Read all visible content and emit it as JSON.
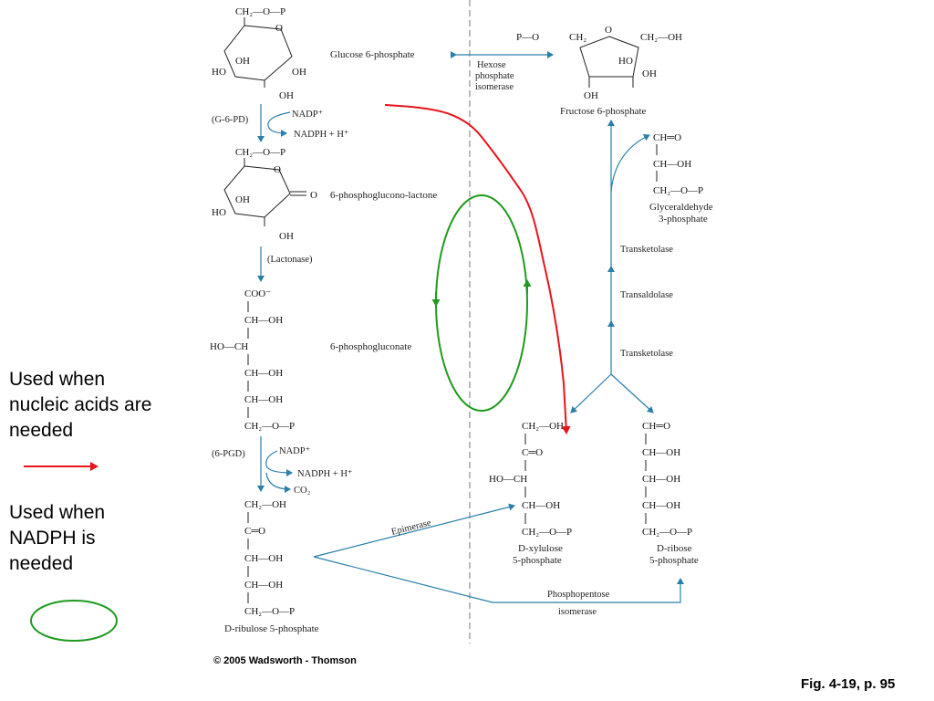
{
  "compounds": {
    "glucose6p": {
      "name": "Glucose 6-phosphate",
      "ch2op": "CH₂—O—P",
      "oh1": "OH",
      "ho": "HO",
      "oh2": "OH",
      "oh3": "OH",
      "o": "O"
    },
    "lactone": {
      "name": "6-phosphoglucono-lactone",
      "ch2op": "CH₂—O—P",
      "oh1": "OH",
      "ho": "HO",
      "oh2": "OH",
      "o": "O",
      "carbonyl": "O"
    },
    "gluconate": {
      "name": "6-phosphogluconate",
      "coo": "COO⁻",
      "r1": "CH—OH",
      "r2": "HO—CH",
      "r3": "CH—OH",
      "r4": "CH—OH",
      "r5": "CH₂—O—P"
    },
    "ribulose": {
      "name": "D-ribulose 5-phosphate",
      "r1": "CH₂—OH",
      "r2": "C═O",
      "r3": "CH—OH",
      "r4": "CH—OH",
      "r5": "CH₂—O—P"
    },
    "fructose6p": {
      "name": "Fructose 6-phosphate",
      "po": "P—O",
      "ch2a": "CH₂",
      "o": "O",
      "ch2oh": "CH₂—OH",
      "ho": "HO",
      "oh1": "OH",
      "oh2": "OH"
    },
    "g3p": {
      "name_line1": "Glyceraldehyde",
      "name_line2": "3-phosphate",
      "r1": "CH═O",
      "r2": "CH—OH",
      "r3": "CH₂—O—P"
    },
    "xylulose": {
      "name_line1": "D-xylulose",
      "name_line2": "5-phosphate",
      "r1": "CH₂—OH",
      "r2": "C═O",
      "r3": "HO—CH",
      "r4": "CH—OH",
      "r5": "CH₂—O—P"
    },
    "ribose": {
      "name_line1": "D-ribose",
      "name_line2": "5-phosphate",
      "r1": "CH═O",
      "r2": "CH—OH",
      "r3": "CH—OH",
      "r4": "CH—OH",
      "r5": "CH₂—O—P"
    }
  },
  "enzymes": {
    "g6pd": "(G-6-PD)",
    "nadp1": "NADP⁺",
    "nadph1": "NADPH + H⁺",
    "lactonase": "(Lactonase)",
    "pgd": "(6-PGD)",
    "nadp2": "NADP⁺",
    "nadph2": "NADPH + H⁺",
    "co2": "CO₂",
    "isomerase_line1": "Hexose",
    "isomerase_line2": "phosphate",
    "isomerase_line3": "isomerase",
    "transketolase1": "Transketolase",
    "transaldolase": "Transaldolase",
    "transketolase2": "Transketolase",
    "epimerase": "Epimerase",
    "ppi_line1": "Phosphopentose",
    "ppi_line2": "isomerase"
  },
  "legend": {
    "nucleic_text": "Used when nucleic acids are needed",
    "nadph_text": "Used when NADPH is needed",
    "red_color": "#e8141b",
    "green_color": "#1f9a1f"
  },
  "copyright": "© 2005 Wadsworth - Thomson",
  "figure_ref": "Fig. 4-19, p. 95"
}
